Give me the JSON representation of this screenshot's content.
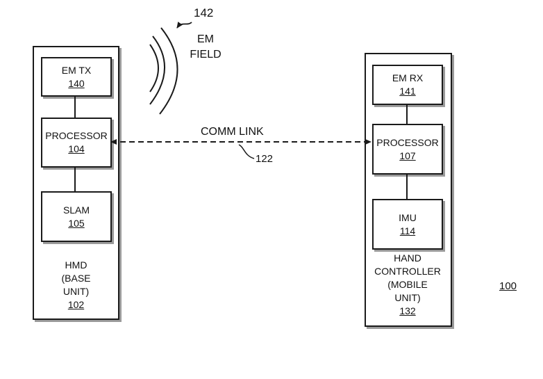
{
  "hmd": {
    "em_tx": {
      "name": "EM TX",
      "ref": "140"
    },
    "processor": {
      "name": "PROCESSOR",
      "ref": "104"
    },
    "slam": {
      "name": "SLAM",
      "ref": "105"
    },
    "label_lines": [
      "HMD",
      "(BASE",
      "UNIT)"
    ],
    "ref": "102"
  },
  "controller": {
    "em_rx": {
      "name": "EM RX",
      "ref": "141"
    },
    "processor": {
      "name": "PROCESSOR",
      "ref": "107"
    },
    "imu": {
      "name": "IMU",
      "ref": "114"
    },
    "label_lines": [
      "HAND",
      "CONTROLLER",
      "(MOBILE",
      "UNIT)"
    ],
    "ref": "132"
  },
  "em_field": {
    "label_lines": [
      "EM",
      "FIELD"
    ],
    "ref": "142"
  },
  "comm_link": {
    "label": "COMM LINK",
    "ref": "122"
  },
  "system_ref": "100"
}
